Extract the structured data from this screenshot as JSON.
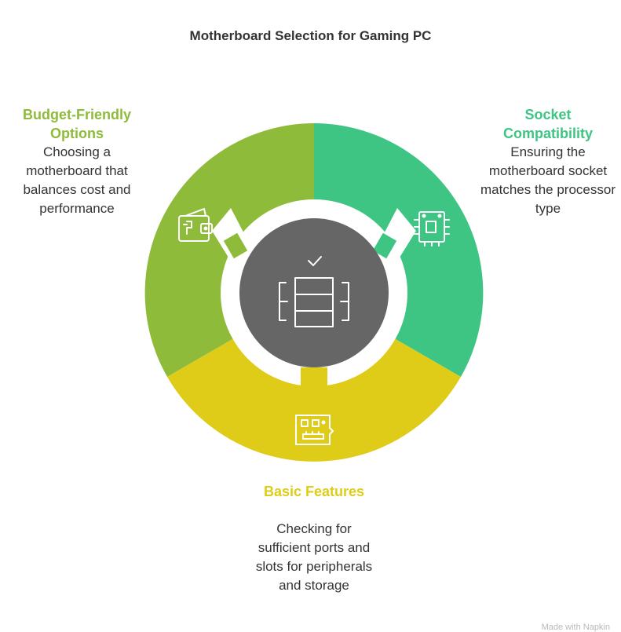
{
  "title": "Motherboard Selection for Gaming PC",
  "segments": [
    {
      "heading": "Budget-Friendly Options",
      "description": "Choosing a motherboard that balances cost and performance",
      "color": "#8fbb3b",
      "icon": "wallet-icon"
    },
    {
      "heading": "Socket Compatibility",
      "description": "Ensuring the motherboard socket matches the processor type",
      "color": "#3ec584",
      "icon": "cpu-chip-icon"
    },
    {
      "heading": "Basic Features",
      "description": "Checking for sufficient ports and slots for peripherals and storage",
      "color": "#dfcc18",
      "icon": "circuit-board-icon"
    }
  ],
  "center": {
    "color": "#666666",
    "icon": "server-rack-check-icon"
  },
  "watermark": "Made with Napkin"
}
